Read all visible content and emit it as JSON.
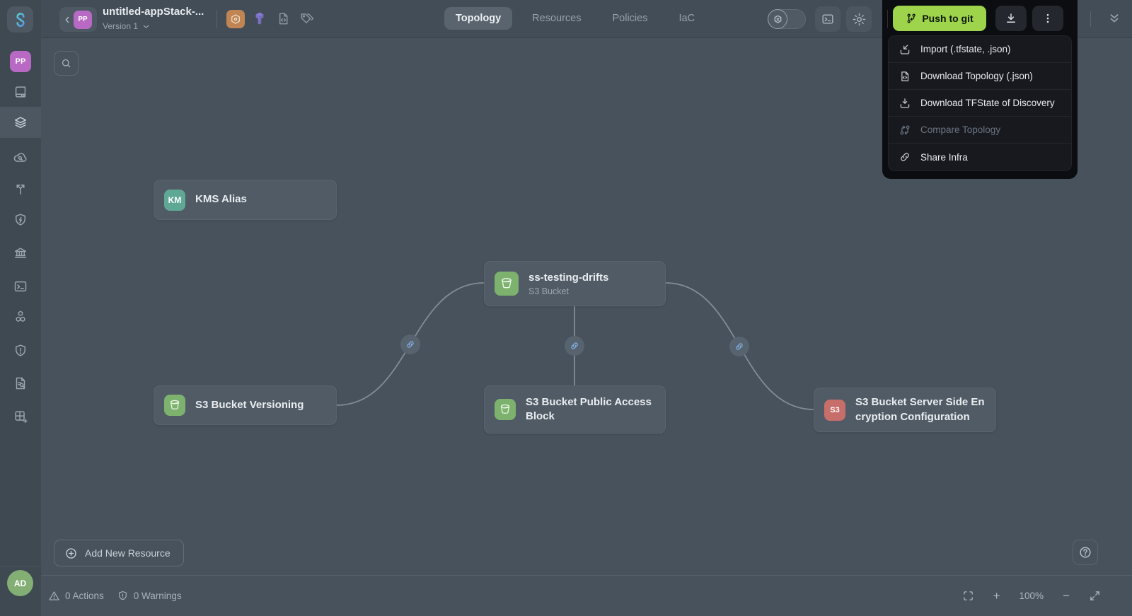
{
  "header": {
    "back_badge": "PP",
    "project_title": "untitled-appStack-...",
    "version_label": "Version 1",
    "tabs": [
      {
        "label": "Topology",
        "active": true
      },
      {
        "label": "Resources",
        "active": false
      },
      {
        "label": "Policies",
        "active": false
      },
      {
        "label": "IaC",
        "active": false
      }
    ],
    "push_to_git_label": "Push to git"
  },
  "export_menu": {
    "items": [
      {
        "label": "Import (.tfstate, .json)",
        "icon": "import-icon",
        "disabled": false
      },
      {
        "label": "Download Topology (.json)",
        "icon": "file-code-icon",
        "disabled": false
      },
      {
        "label": "Download TFState of Discovery",
        "icon": "download-tray-icon",
        "disabled": false
      },
      {
        "label": "Compare Topology",
        "icon": "git-compare-icon",
        "disabled": true
      },
      {
        "label": "Share Infra",
        "icon": "link-icon",
        "disabled": false
      }
    ]
  },
  "sidebar": {
    "top_avatar": "PP",
    "bottom_avatar": "AD",
    "items": [
      "repository",
      "stacks",
      "cloud-discovery",
      "branching",
      "shield-bolt",
      "governance",
      "terminal",
      "modules",
      "policy-alerts",
      "audit-log",
      "integrations"
    ]
  },
  "canvas": {
    "nodes": [
      {
        "id": "kms-alias",
        "title": "KMS Alias",
        "badge_text": "KM",
        "badge_color": "#5fa895"
      },
      {
        "id": "ss-testing-drifts",
        "title": "ss-testing-drifts",
        "subtitle": "S3 Bucket",
        "badge_icon": "s3-bucket-icon",
        "badge_color": "#7db26e"
      },
      {
        "id": "s3-bucket-versioning",
        "title": "S3 Bucket Versioning",
        "badge_icon": "s3-bucket-icon",
        "badge_color": "#7db26e"
      },
      {
        "id": "s3-bucket-public-access-block",
        "title": "S3 Bucket Public Access Block",
        "badge_icon": "s3-bucket-icon",
        "badge_color": "#7db26e"
      },
      {
        "id": "s3-bucket-sse-configuration",
        "title": "S3 Bucket Server Side Encryption Configuration",
        "badge_text": "S3",
        "badge_color": "#c76e6a"
      }
    ],
    "add_resource_label": "Add New Resource"
  },
  "statusbar": {
    "actions_label": "0 Actions",
    "warnings_label": "0 Warnings",
    "zoom_level": "100%",
    "zoom_in_glyph": "+",
    "zoom_out_glyph": "−"
  },
  "colors": {
    "accent_green": "#9dd44c",
    "node_green": "#7db26e",
    "node_teal": "#5fa895",
    "node_red": "#c76e6a",
    "terraform_purple": "#8678d9",
    "resource_orange": "#c08552",
    "avatar_purple": "#b869c4",
    "avatar_green": "#83ae74",
    "link_blue": "#82abdc"
  }
}
